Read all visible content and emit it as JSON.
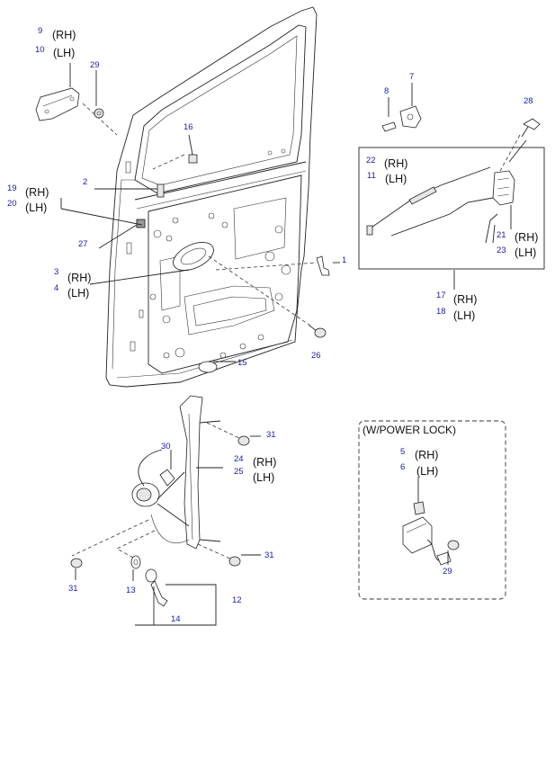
{
  "side_labels": {
    "rh": "(RH)",
    "lh": "(LH)"
  },
  "power_lock_title": "(W/POWER LOCK)",
  "parts": {
    "p1": "1",
    "p2": "2",
    "p3": "3",
    "p4": "4",
    "p5": "5",
    "p6": "6",
    "p7": "7",
    "p8": "8",
    "p9": "9",
    "p10": "10",
    "p11": "11",
    "p12": "12",
    "p13": "13",
    "p14": "14",
    "p15": "15",
    "p16": "16",
    "p17": "17",
    "p18": "18",
    "p19": "19",
    "p20": "20",
    "p21": "21",
    "p22": "22",
    "p23": "23",
    "p24": "24",
    "p25": "25",
    "p26": "26",
    "p27": "27",
    "p28": "28",
    "p29a": "29",
    "p29b": "29",
    "p30": "30",
    "p31a": "31",
    "p31b": "31",
    "p31c": "31"
  }
}
